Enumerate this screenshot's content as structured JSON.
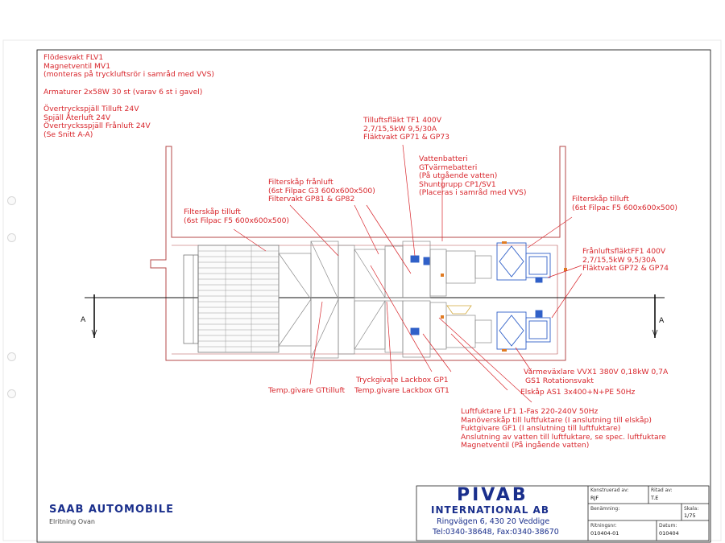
{
  "notes": {
    "top_left": [
      "Flödesvakt FLV1",
      "Magnetventil MV1",
      "(monteras på tryckluftsrör i samråd med VVS)"
    ],
    "armature": "Armaturer 2x58W 30 st (varav 6 st i gavel)",
    "dampers": [
      "Övertryckspjäll Tilluft 24V",
      "Spjäll Återluft 24V",
      "Övertrycksspjäll Frånluft 24V",
      "(Se Snitt A-A)"
    ]
  },
  "labels": {
    "supply_fan": [
      "Tilluftsfläkt TF1 400V",
      "2,7/15,5kW 9,5/30A",
      "Fläktvakt GP71 & GP73"
    ],
    "water_coil": [
      "Vattenbatteri",
      "GTvärmebatteri",
      "(På utgående vatten)",
      "Shuntgrupp CP1/SV1",
      "(Placeras i samråd med VVS)"
    ],
    "filter_exhaust": [
      "Filterskåp frånluft",
      "(6st Filpac G3 600x600x500)",
      "Filtervakt GP81 & GP82"
    ],
    "filter_supply_left": [
      "Filterskåp tilluft",
      "(6st Filpac F5 600x600x500)"
    ],
    "filter_supply_right": [
      "Filterskåp tilluft",
      "(6st Filpac F5 600x600x500)"
    ],
    "exhaust_fan": [
      "FrånluftsfläktFF1 400V",
      "2,7/15,5kW 9,5/30A",
      "Fläktvakt GP72 & GP74"
    ],
    "heat_exchanger": [
      "Värmeväxlare VVX1 380V 0,18kW 0,7A",
      "GS1 Rotationsvakt"
    ],
    "pressure_sensor": "Tryckgivare Lackbox GP1",
    "temp_supply": "Temp.givare GTtilluft",
    "temp_lackbox": "Temp.givare Lackbox GT1",
    "electrical_cabinet": "Elskåp AS1 3x400+N+PE 50Hz",
    "humidifier": [
      "Luftfuktare LF1 1-Fas 220-240V 50Hz",
      "Manöverskåp till luftfuktare (I anslutning till elskåp)",
      "Fuktgivare GF1 (I anslutning till luftfuktare)",
      "Anslutning av vatten till luftfuktare, se spec. luftfuktare",
      "Magnetventil (På ingående vatten)"
    ],
    "section_left": "A",
    "section_right": "A"
  },
  "title_block": {
    "client": "SAAB AUTOMOBILE",
    "drawing_subject": "Elritning Ovan",
    "company_name": "PIVAB",
    "company_sub": "INTERNATIONAL AB",
    "address": "Ringvägen 6, 430 20 Veddige",
    "phone_fax": "Tel:0340-38648, Fax:0340-38670",
    "constructed_by_label": "Konstruerad av:",
    "constructed_by": "RJF",
    "drawn_by_label": "Ritad av:",
    "drawn_by": "T.E",
    "name_label": "Benämning:",
    "scale_label": "Skala:",
    "scale": "1/75",
    "drawing_no_label": "Ritningsnr:",
    "drawing_no": "010404-01",
    "date_label": "Datum:",
    "date": "010404"
  },
  "colors": {
    "annotation": "#d8262c",
    "outline": "#b64a4a",
    "title_blue": "#1a2f8c",
    "equipment_blue": "#3060c8",
    "linework": "#222222",
    "ink_gray": "#7a7a7a"
  }
}
